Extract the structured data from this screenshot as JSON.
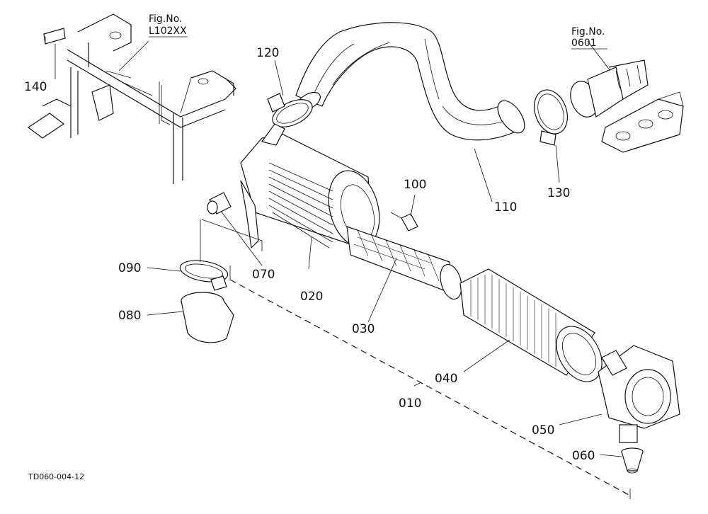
{
  "drawing_code": "TD060-004-12",
  "figure_refs": [
    {
      "line1": "Fig.No.",
      "line2": "L102XX"
    },
    {
      "line1": "Fig.No.",
      "line2": "0601"
    }
  ],
  "callouts": {
    "p010": "010",
    "p020": "020",
    "p030": "030",
    "p040": "040",
    "p050": "050",
    "p060": "060",
    "p070": "070",
    "p080": "080",
    "p090": "090",
    "p100": "100",
    "p110": "110",
    "p120": "120",
    "p130": "130",
    "p140": "140"
  }
}
